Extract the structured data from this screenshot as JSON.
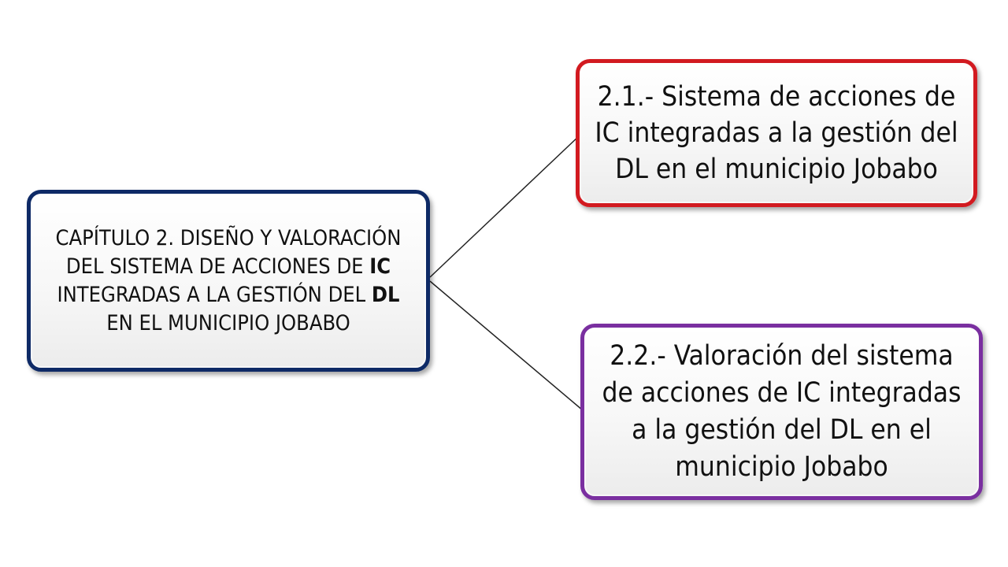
{
  "diagram": {
    "main_node": {
      "parts": [
        "CAPÍTULO 2. DISEÑO Y VALORACIÓN DEL SISTEMA DE ACCIONES DE ",
        "IC",
        " INTEGRADAS A LA GESTIÓN DEL ",
        "DL",
        " EN EL MUNICIPIO JOBABO"
      ],
      "border_color": "#0e2a66"
    },
    "sub_nodes": [
      {
        "text": "2.1.- Sistema de acciones de IC integradas a la gestión del DL en el municipio Jobabo",
        "border_color": "#d21a20"
      },
      {
        "text": "2.2.- Valoración del sistema de acciones de IC integradas a la gestión del DL en el municipio Jobabo",
        "border_color": "#7a2fa0"
      }
    ],
    "connector_color": "#222222"
  }
}
